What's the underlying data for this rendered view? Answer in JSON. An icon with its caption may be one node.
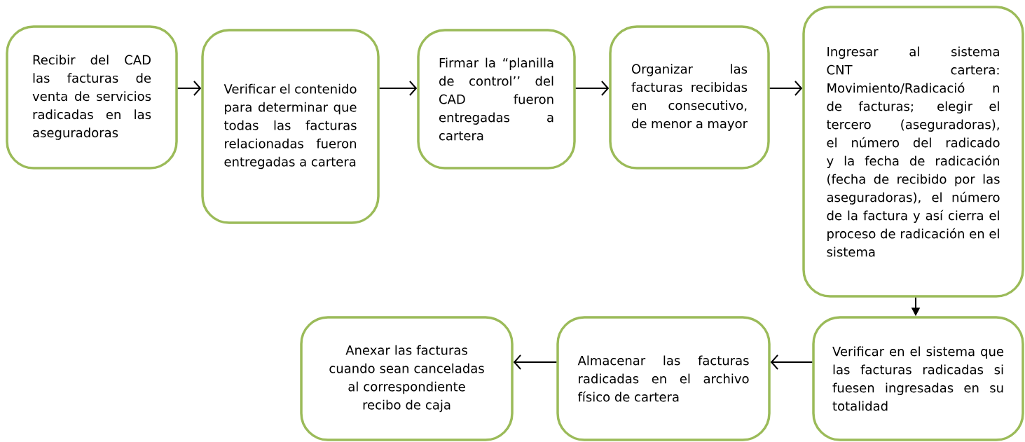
{
  "diagram": {
    "nodes": [
      {
        "text": [
          "Recibir del CAD las facturas de venta de servicios radicadas en las aseguradoras"
        ]
      },
      {
        "text": [
          "Verificar el contenido para determinar que todas las facturas relacionadas fueron entregadas a cartera"
        ]
      },
      {
        "text": [
          "Firmar la “planilla de control’’ del CAD fueron entregadas a cartera"
        ]
      },
      {
        "text": [
          "Organizar las facturas recibidas en consecutivo, de menor a mayor"
        ]
      },
      {
        "text": [
          "Ingresar al sistema CNT cartera: Movimiento/Radicació n de facturas; elegir el tercero (aseguradoras), el número del radicado y la fecha de radicación (fecha de recibido por las aseguradoras), el número de la factura y así cierra el proceso de radicación en el sistema"
        ]
      },
      {
        "text": [
          "Verificar en el sistema que las facturas radicadas si fuesen ingresadas en su totalidad"
        ]
      },
      {
        "text": [
          "Almacenar las facturas radicadas en el archivo físico de cartera"
        ]
      },
      {
        "text": [
          "Anexar las facturas cuando sean canceladas al correspondiente recibo de caja"
        ]
      }
    ],
    "edges": [
      {
        "from": 0,
        "to": 1,
        "arrow": "to"
      },
      {
        "from": 1,
        "to": 2,
        "arrow": "to"
      },
      {
        "from": 2,
        "to": 3,
        "arrow": "to"
      },
      {
        "from": 3,
        "to": 4,
        "arrow": "to"
      },
      {
        "from": 4,
        "to": 5,
        "arrow": "to"
      },
      {
        "from": 5,
        "to": 6,
        "arrow": "to"
      },
      {
        "from": 6,
        "to": 7,
        "arrow": "to"
      }
    ]
  }
}
